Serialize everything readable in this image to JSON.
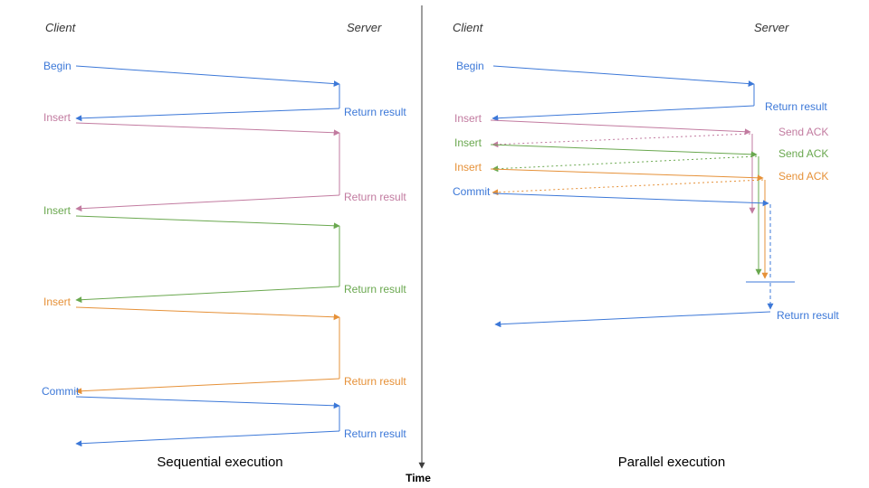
{
  "colors": {
    "blue": "#3c78d8",
    "pink": "#c27ba0",
    "green": "#6aa84f",
    "orange": "#e69138",
    "axis": "#3d3d3d"
  },
  "timeline": {
    "label": "Time"
  },
  "left": {
    "title": "Sequential execution",
    "client_label": "Client",
    "server_label": "Server",
    "messages": [
      {
        "label": "Begin",
        "color": "blue",
        "return_label": "Return result"
      },
      {
        "label": "Insert",
        "color": "pink",
        "return_label": "Return result"
      },
      {
        "label": "Insert",
        "color": "green",
        "return_label": "Return result"
      },
      {
        "label": "Insert",
        "color": "orange",
        "return_label": "Return result"
      },
      {
        "label": "Commit",
        "color": "blue",
        "return_label": "Return result"
      }
    ]
  },
  "right": {
    "title": "Parallel execution",
    "client_label": "Client",
    "server_label": "Server",
    "messages": [
      {
        "label": "Begin",
        "color": "blue",
        "return_label": "Return result"
      },
      {
        "label": "Insert",
        "color": "pink",
        "return_label": "Send ACK"
      },
      {
        "label": "Insert",
        "color": "green",
        "return_label": "Send ACK"
      },
      {
        "label": "Insert",
        "color": "orange",
        "return_label": "Send ACK"
      },
      {
        "label": "Commit",
        "color": "blue",
        "return_label": "Return result"
      }
    ]
  }
}
